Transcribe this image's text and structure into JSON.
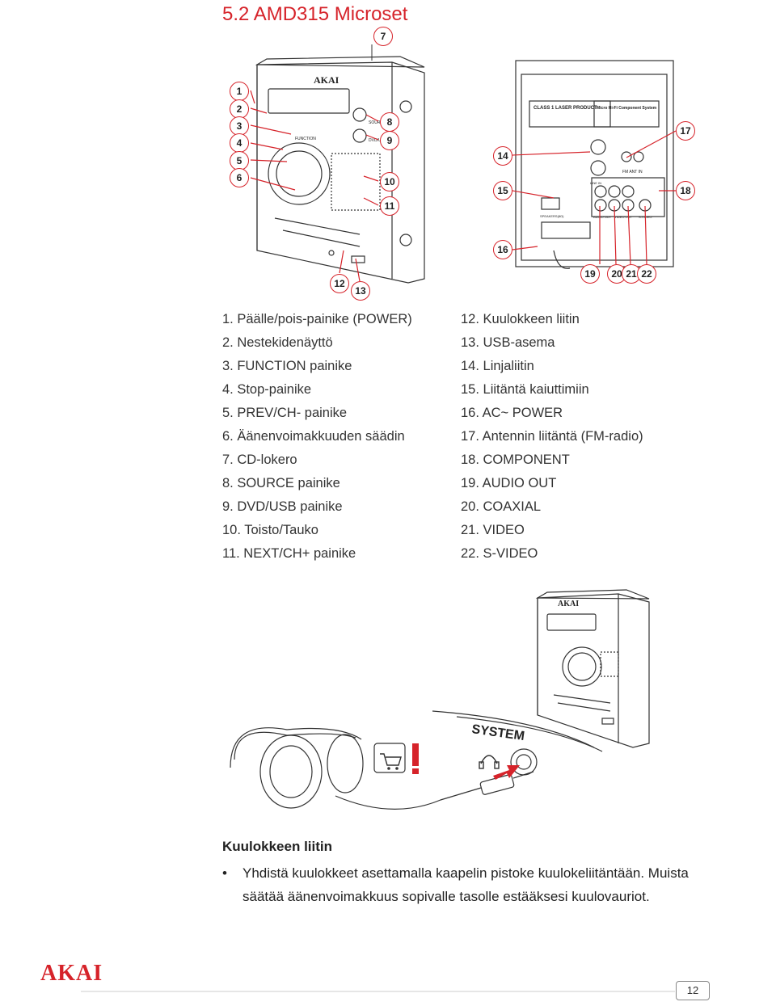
{
  "header": {
    "title": "5.2  AMD315 Microset"
  },
  "diagram": {
    "brand": "AKAI",
    "front_panel_labels": [
      "SOURCE",
      "DVD/USB",
      "FUNCTION"
    ],
    "rear_panel": {
      "laser_label": "CLASS 1 LASER PRODUCT",
      "component_label": "Micro Hi-Fi Component System",
      "fm_antenna_label": "FM ANT IN",
      "line_in_label": "LINE IN",
      "speakers_label": "SPEAKERS(8Ω)",
      "audio_out_label": "AUDIO OUT",
      "video_out_label": "VIDEO OUT",
      "s_video_label": "S-VIDEO"
    },
    "callouts": [
      "1",
      "2",
      "3",
      "4",
      "5",
      "6",
      "7",
      "8",
      "9",
      "10",
      "11",
      "12",
      "13",
      "14",
      "15",
      "16",
      "17",
      "18",
      "19",
      "20",
      "21",
      "22"
    ],
    "system_label": "SYSTEM"
  },
  "legend": {
    "left": [
      "1.  Päälle/pois-painike (POWER)",
      "2.  Nestekidenäyttö",
      "3.  FUNCTION painike",
      "4.  Stop-painike",
      "5.  PREV/CH- painike",
      "6.  Äänenvoimakkuuden säädin",
      "7.  CD-lokero",
      "8.  SOURCE painike",
      "9.  DVD/USB painike",
      "10. Toisto/Tauko",
      "11. NEXT/CH+ painike"
    ],
    "right": [
      "12. Kuulokkeen liitin",
      "13. USB-asema",
      "14. Linjaliitin",
      "15. Liitäntä kaiuttimiin",
      "16. AC~ POWER",
      "17. Antennin liitäntä (FM-radio)",
      "18. COMPONENT",
      "19. AUDIO OUT",
      "20. COAXIAL",
      "21. VIDEO",
      "22. S-VIDEO"
    ]
  },
  "note": {
    "heading": "Kuulokkeen liitin",
    "bullet": "•",
    "text": "Yhdistä kuulokkeet asettamalla kaapelin pistoke kuulokeliitäntään. Muista säätää äänenvoimakkuus sopivalle tasolle estääksesi kuulovauriot."
  },
  "footer": {
    "logo": "AKAI",
    "page_number": "12"
  },
  "colors": {
    "accent": "#d6232a",
    "text": "#333333"
  },
  "icons": [
    "shopping-cart-icon",
    "warning-exclamation-icon",
    "headphones-icon",
    "arrow-icon"
  ]
}
